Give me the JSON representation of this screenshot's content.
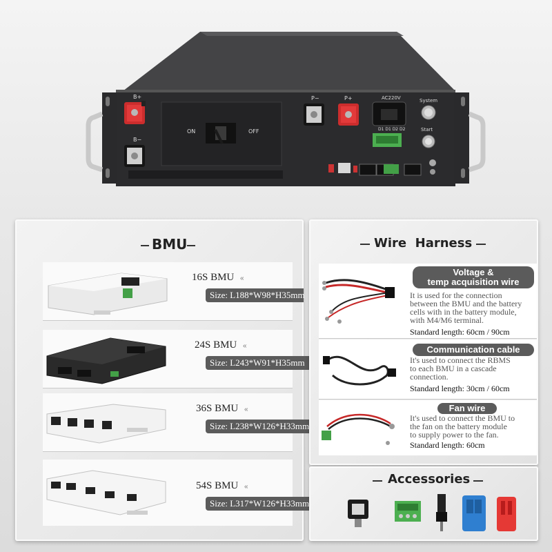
{
  "device": {
    "labels": {
      "b_plus": "B+",
      "b_minus": "B−",
      "on": "ON",
      "off": "OFF",
      "p_minus": "P−",
      "p_plus": "P+",
      "ac": "AC220V",
      "system": "System",
      "start": "Start",
      "dip": "D1 D1 D2 D2"
    }
  },
  "bmu": {
    "title": "BMU",
    "items": [
      {
        "name": "16S BMU",
        "arrow": "«",
        "size": "Size: L188*W98*H35mm"
      },
      {
        "name": "24S BMU",
        "arrow": "«",
        "size": "Size:  L243*W91*H35mm"
      },
      {
        "name": "36S BMU",
        "arrow": "«",
        "size": "Size: L238*W126*H33mm"
      },
      {
        "name": "54S BMU",
        "arrow": "«",
        "size": "Size: L317*W126*H33mm"
      }
    ]
  },
  "wire_harness": {
    "title": "Wire  Harness",
    "items": [
      {
        "title_line1": "Voltage &",
        "title_line2": "temp acquisition wire",
        "desc": [
          "It is used for the connection",
          "between the BMU and the battery",
          "cells with in the battery module,",
          "with M4/M6 terminal."
        ],
        "standard": "Standard length: 60cm / 90cm"
      },
      {
        "title_line1": "Communication cable",
        "desc": [
          "It's used to connect the RBMS",
          "to each BMU in a cascade",
          "connection."
        ],
        "standard": "Standard length: 30cm / 60cm"
      },
      {
        "title_line1": "Fan wire",
        "desc": [
          "It's used to connect the BMU to",
          "the fan on the battery module",
          "to supply power to the fan."
        ],
        "standard": "Standard length: 60cm"
      }
    ]
  },
  "accessories": {
    "title": "Accessories",
    "items": [
      "connector-icon",
      "green-terminal-icon",
      "black-plug-icon",
      "blue-anderson-icon",
      "red-anderson-icon"
    ]
  }
}
